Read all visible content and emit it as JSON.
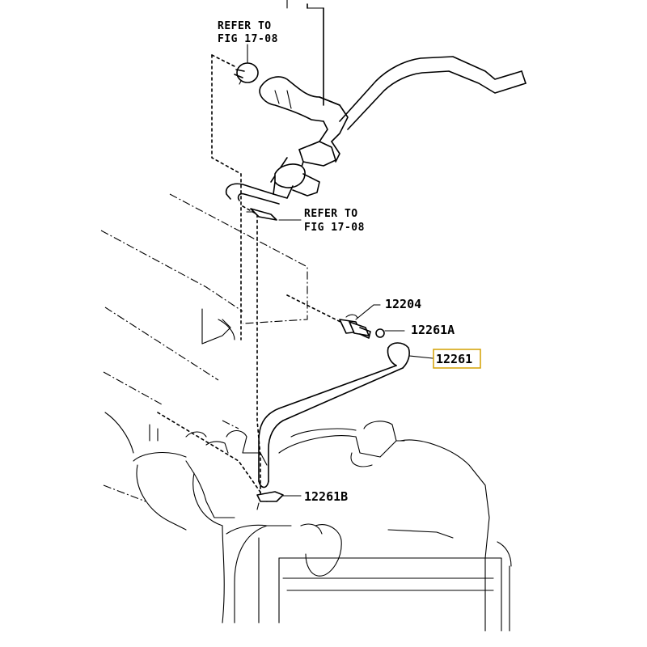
{
  "diagram": {
    "refer_top": [
      "REFER TO",
      "FIG 17-08"
    ],
    "refer_mid": [
      "REFER TO",
      "FIG 17-08"
    ],
    "parts": {
      "p12204": "12204",
      "p12261A": "12261A",
      "p12261": "12261",
      "p12261B": "12261B"
    },
    "highlight_color": "#d4a000"
  }
}
